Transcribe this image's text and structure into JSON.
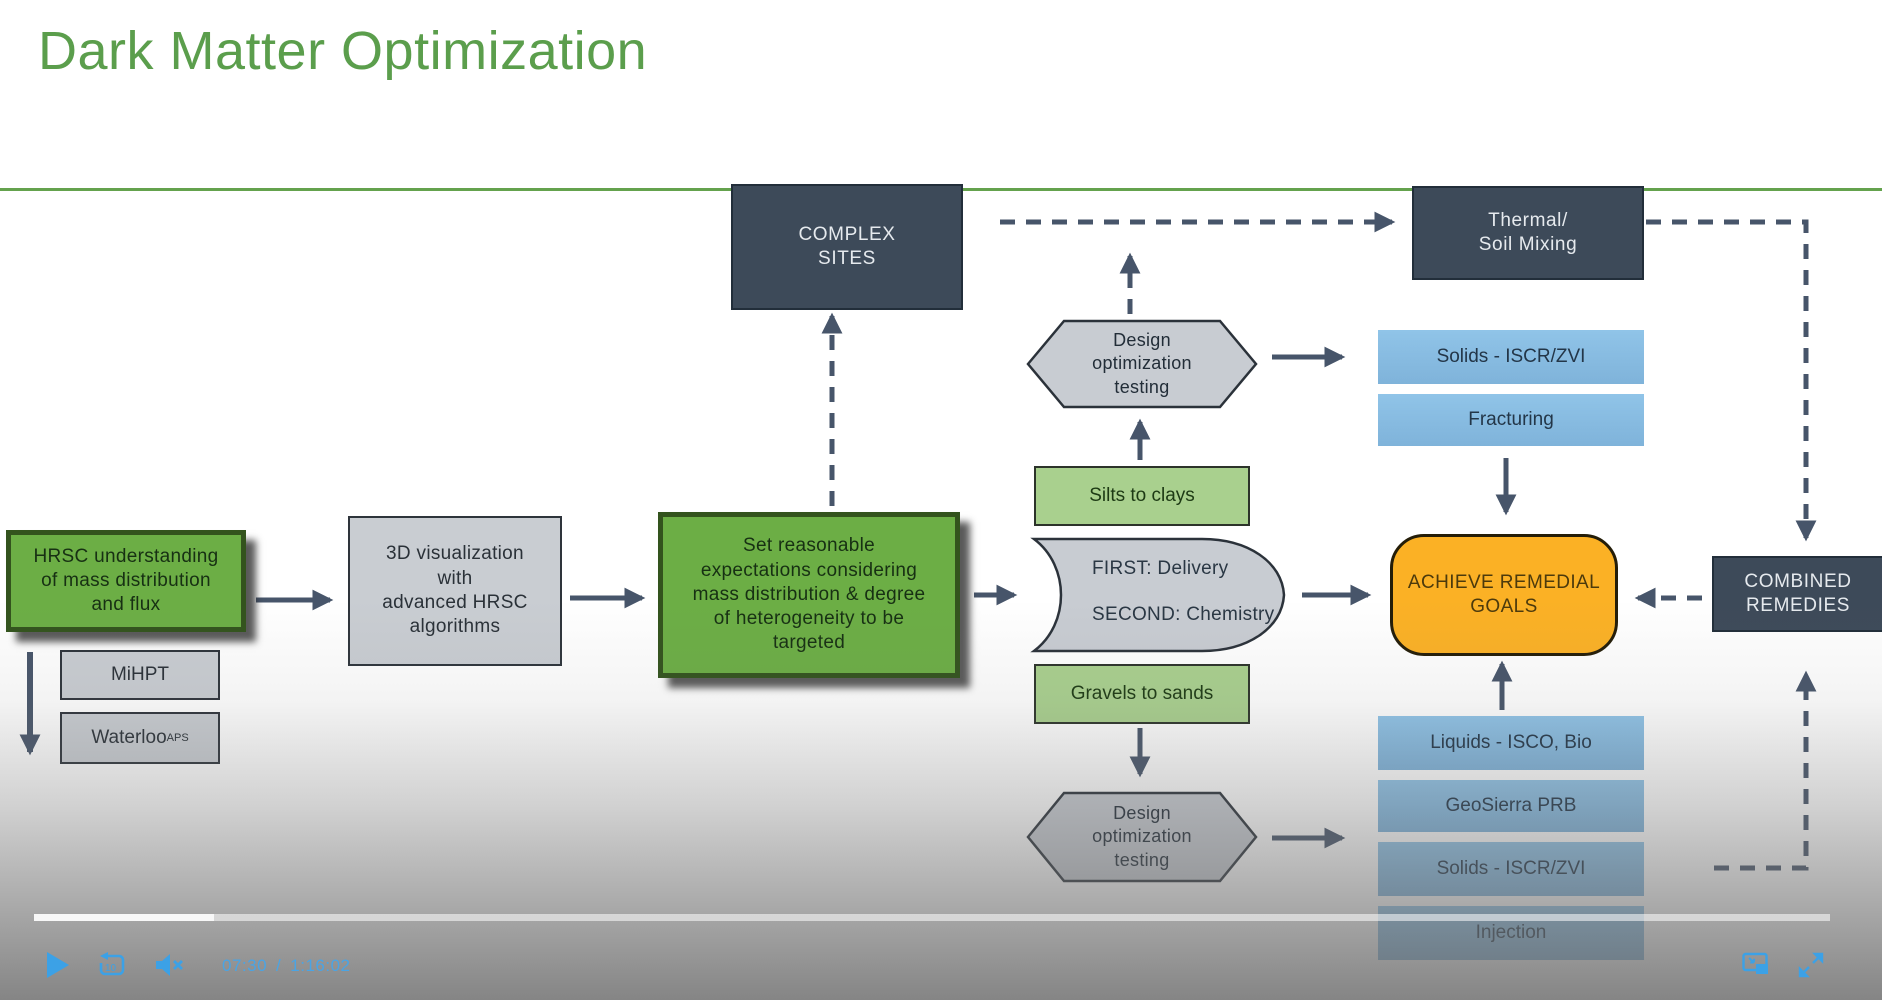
{
  "title": "Dark Matter Optimization",
  "diagram": {
    "complex_sites": "COMPLEX\nSITES",
    "thermal": "Thermal/\nSoil Mixing",
    "design_opt_top": "Design\noptimization\ntesting",
    "design_opt_bottom": "Design\noptimization\ntesting",
    "solids_top": "Solids - ISCR/ZVI",
    "fracturing": "Fracturing",
    "silts": "Silts to clays",
    "gravels": "Gravels to sands",
    "first_line": "FIRST: Delivery",
    "second_line": "SECOND: Chemistry",
    "achieve": "ACHIEVE REMEDIAL\nGOALS",
    "combined": "COMBINED\nREMEDIES",
    "liquids": "Liquids - ISCO, Bio",
    "geosierra": "GeoSierra PRB",
    "solids_bottom": "Solids - ISCR/ZVI",
    "injection": "Injection",
    "hrsc": "HRSC understanding\nof mass distribution\nand flux",
    "viz3d": "3D visualization\nwith\nadvanced HRSC\nalgorithms",
    "expectations": "Set reasonable\nexpectations considering\nmass distribution & degree\nof heterogeneity to be\ntargeted",
    "mihpt": "MiHPT",
    "waterloo_base": "Waterloo",
    "waterloo_sup": "APS"
  },
  "player": {
    "current_time": "07:30",
    "time_separator": "/",
    "duration": "1:16:02",
    "progress_percent": 10
  },
  "icons": {
    "play": "play-icon",
    "replay_10": "replay-10-icon",
    "mute": "muted-volume-icon",
    "pip": "picture-in-picture-icon",
    "fullscreen": "fullscreen-arrows-icon"
  },
  "colors": {
    "title_green": "#5b9e4c",
    "rule_green": "#64a24d",
    "dark_slate": "#3d4a59",
    "light_blue": "#85bce2",
    "bright_green": "#6cae45",
    "light_green": "#a9d08e",
    "orange": "#fbb125",
    "shape_gray": "#c9cdd2",
    "arrow": "#47556a",
    "player_blue": "#3ca1e6"
  }
}
